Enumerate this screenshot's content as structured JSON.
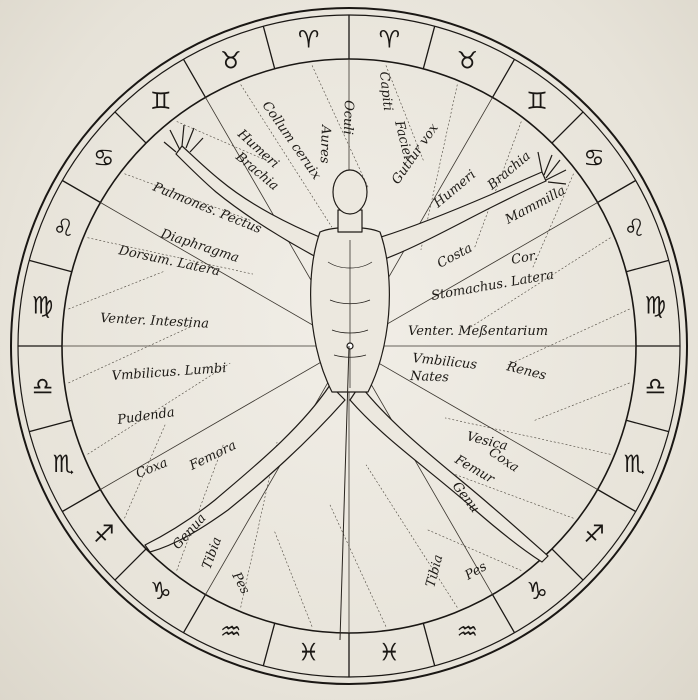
{
  "zodiac_ring": {
    "signs": [
      {
        "glyph": "♉",
        "sign": "taurus"
      },
      {
        "glyph": "♈",
        "sign": "aries"
      },
      {
        "glyph": "♈",
        "sign": "aries"
      },
      {
        "glyph": "♉",
        "sign": "taurus"
      },
      {
        "glyph": "♊",
        "sign": "gemini"
      },
      {
        "glyph": "♋",
        "sign": "cancer"
      },
      {
        "glyph": "♌",
        "sign": "leo"
      },
      {
        "glyph": "♍",
        "sign": "virgo"
      },
      {
        "glyph": "♎",
        "sign": "libra"
      },
      {
        "glyph": "♏",
        "sign": "scorpio"
      },
      {
        "glyph": "♐",
        "sign": "sagittarius"
      },
      {
        "glyph": "♑",
        "sign": "capricorn"
      },
      {
        "glyph": "♒",
        "sign": "aquarius"
      },
      {
        "glyph": "♓",
        "sign": "pisces"
      },
      {
        "glyph": "♓",
        "sign": "pisces"
      },
      {
        "glyph": "♒",
        "sign": "aquarius"
      },
      {
        "glyph": "♑",
        "sign": "capricorn"
      },
      {
        "glyph": "♐",
        "sign": "sagittarius"
      },
      {
        "glyph": "♏",
        "sign": "scorpio"
      },
      {
        "glyph": "♎",
        "sign": "libra"
      },
      {
        "glyph": "♍",
        "sign": "virgo"
      },
      {
        "glyph": "♌",
        "sign": "leo"
      },
      {
        "glyph": "♋",
        "sign": "cancer"
      },
      {
        "glyph": "♊",
        "sign": "gemini"
      }
    ]
  },
  "body_labels": {
    "capitis": "Capiti",
    "faciei": "Faciei",
    "oculi": "Oculi",
    "aures": "Aures",
    "collum": "Collum ceruix",
    "humeri_left": "Humeri",
    "brachia_left": "Brachia",
    "guttur": "Guttur vox",
    "humeri_right": "Humeri",
    "brachia_right": "Brachia",
    "mammilla": "Mammilla",
    "pulmones": "Pulmones. Pectus",
    "diaphragma": "Diaphragma",
    "dorsum": "Dorsum. Latera",
    "costa": "Costa",
    "cor": "Cor.",
    "stomachus": "Stomachus. Latera",
    "venter_intestina": "Venter. Intestina",
    "venter_messentarium": "Venter. Meßentarium",
    "vmbilicus_lumbi": "Vmbilicus. Lumbi",
    "vmbilicus_right": "Vmbilicus",
    "renes": "Renes",
    "nates": "Nates",
    "pudenda": "Pudenda",
    "vesica": "Vesica",
    "coxa_left": "Coxa",
    "femora": "Femora",
    "coxa_right": "Coxa",
    "femur": "Femur",
    "genua_left": "Genua",
    "genu_right": "Genu",
    "tibia_left": "Tibia",
    "pes_left": "Pes",
    "tibia_right": "Tibia",
    "pes_right": "Pes"
  }
}
